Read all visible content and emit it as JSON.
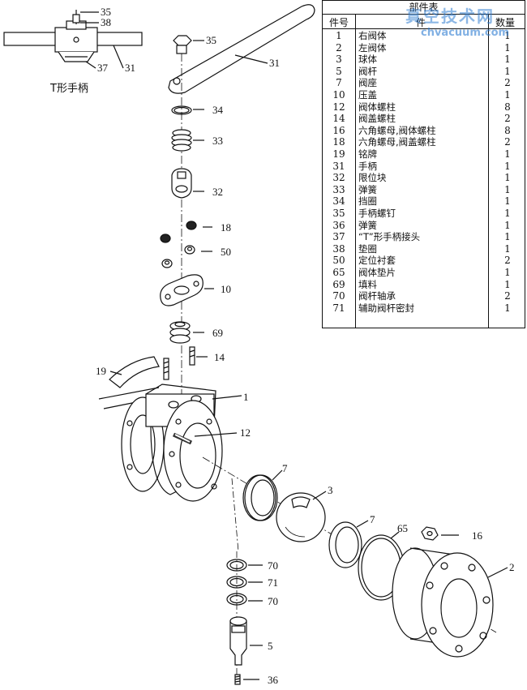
{
  "table": {
    "title": "部件表",
    "col_no": "件号",
    "col_name": "件",
    "col_qty": "数量",
    "rows": [
      {
        "no": "1",
        "name": "右阀体",
        "qty": "1"
      },
      {
        "no": "2",
        "name": "左阀体",
        "qty": "1"
      },
      {
        "no": "3",
        "name": "球体",
        "qty": "1"
      },
      {
        "no": "5",
        "name": "阀杆",
        "qty": "1"
      },
      {
        "no": "7",
        "name": "阀座",
        "qty": "2"
      },
      {
        "no": "10",
        "name": "压盖",
        "qty": "1"
      },
      {
        "no": "12",
        "name": "阀体螺柱",
        "qty": "8"
      },
      {
        "no": "14",
        "name": "阀盖螺柱",
        "qty": "2"
      },
      {
        "no": "16",
        "name": "六角螺母,阀体螺柱",
        "qty": "8"
      },
      {
        "no": "18",
        "name": "六角螺母,阀盖螺柱",
        "qty": "2"
      },
      {
        "no": "19",
        "name": "铭牌",
        "qty": "1"
      },
      {
        "no": "31",
        "name": "手柄",
        "qty": "1"
      },
      {
        "no": "32",
        "name": "限位块",
        "qty": "1"
      },
      {
        "no": "33",
        "name": "弹簧",
        "qty": "1"
      },
      {
        "no": "34",
        "name": "挡圈",
        "qty": "1"
      },
      {
        "no": "35",
        "name": "手柄螺钉",
        "qty": "1"
      },
      {
        "no": "36",
        "name": "弹簧",
        "qty": "1"
      },
      {
        "no": "37",
        "name": "“T”形手柄接头",
        "qty": "1"
      },
      {
        "no": "38",
        "name": "垫圈",
        "qty": "1"
      },
      {
        "no": "50",
        "name": "定位衬套",
        "qty": "2"
      },
      {
        "no": "65",
        "name": "阀体垫片",
        "qty": "1"
      },
      {
        "no": "69",
        "name": "填料",
        "qty": "1"
      },
      {
        "no": "70",
        "name": "阀杆轴承",
        "qty": "2"
      },
      {
        "no": "71",
        "name": "辅助阀杆密封",
        "qty": "1"
      }
    ]
  },
  "thandle_label": "T形手柄",
  "watermark": {
    "cn": "真空技术网",
    "en": "chvacuum.com"
  },
  "callouts": {
    "c35a": "35",
    "c38": "38",
    "c37": "37",
    "c31a": "31",
    "c35": "35",
    "c31": "31",
    "c34": "34",
    "c33": "33",
    "c32": "32",
    "c18": "18",
    "c50": "50",
    "c10": "10",
    "c69": "69",
    "c14": "14",
    "c19": "19",
    "c1": "1",
    "c12": "12",
    "c7a": "7",
    "c3": "3",
    "c7b": "7",
    "c65": "65",
    "c16": "16",
    "c2": "2",
    "c70a": "70",
    "c71": "71",
    "c70b": "70",
    "c5": "5",
    "c36": "36"
  }
}
